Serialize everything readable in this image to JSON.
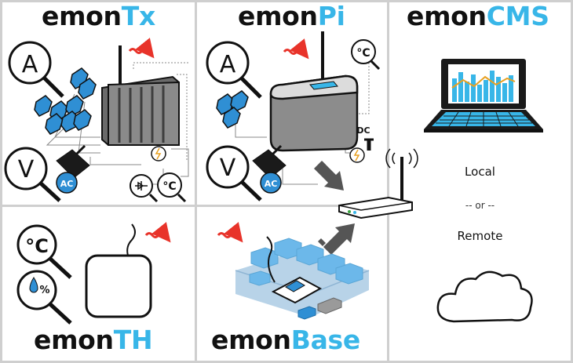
{
  "panels": {
    "emontx": {
      "title_a": "emon",
      "title_b": "Tx"
    },
    "emonpi": {
      "title_a": "emon",
      "title_b": "Pi"
    },
    "emoncms": {
      "title_a": "emon",
      "title_b": "CMS",
      "local": "Local",
      "or": "-- or --",
      "remote": "Remote"
    },
    "emonth": {
      "title_a": "emon",
      "title_b": "TH"
    },
    "emonbase": {
      "title_a": "emon",
      "title_b": "Base"
    }
  },
  "badges": {
    "amps": "A",
    "volts": "V",
    "ac": "AC",
    "celsius": "°C",
    "percent": "%",
    "dc": "DC"
  },
  "colors": {
    "accent": "#38b6e8",
    "signal": "#e8332a",
    "arrow": "#555555",
    "ct_blue": "#2f8fd4"
  }
}
